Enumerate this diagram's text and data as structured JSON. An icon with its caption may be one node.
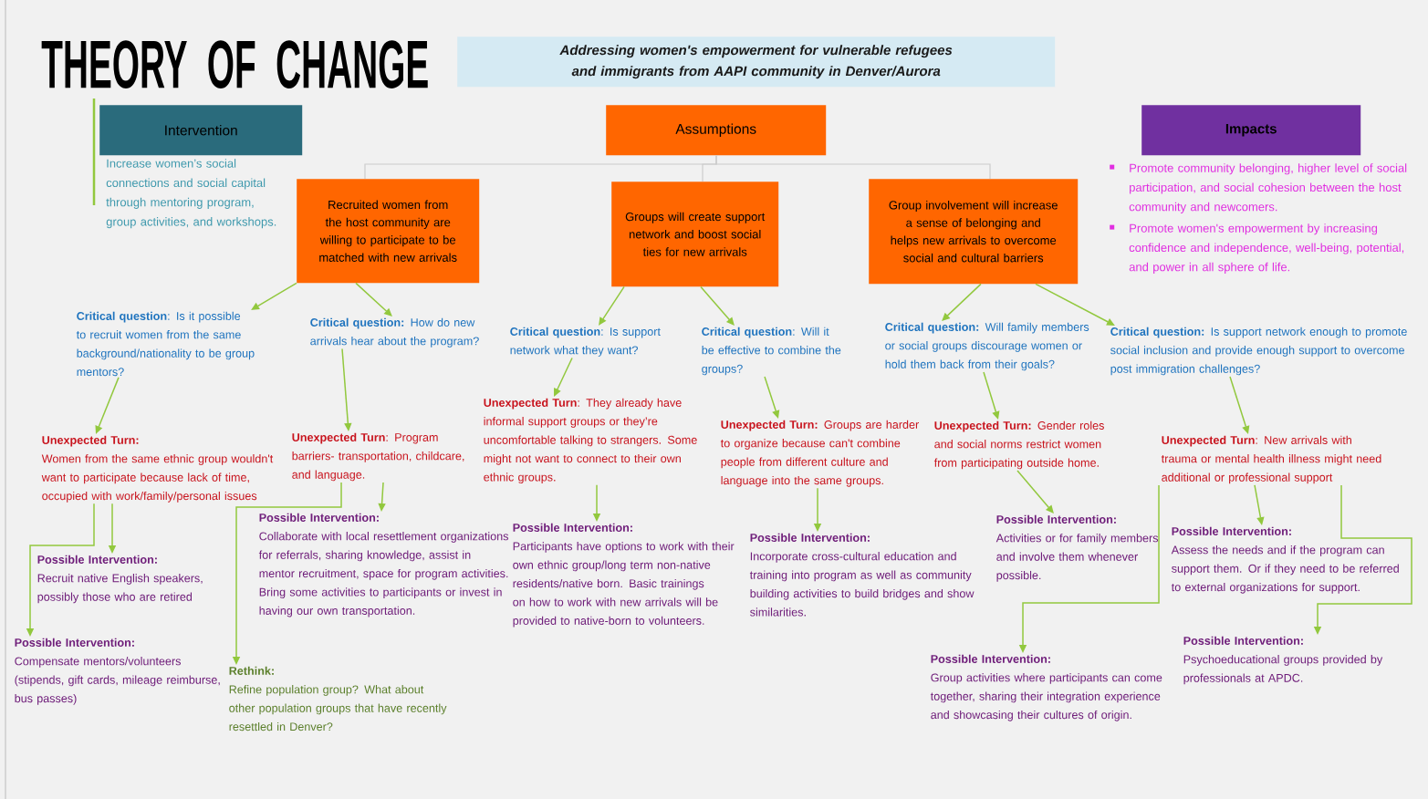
{
  "diagram": {
    "title": "THEORY OF CHANGE",
    "nodes": [
      {
        "text": [
          "Addressing women's empowerment for vulnerable refugees and immigrants from AAPI community in Denver/Aurora"
        ]
      },
      {
        "text": [
          "Intervention"
        ],
        "beside": [
          "Increase women’s social connections and social capital through mentoring program, group activities, and workshops."
        ]
      },
      {
        "text": [
          "Assumptions"
        ]
      },
      {
        "text": [
          "Impacts"
        ],
        "beside": [
          "Promote community belonging, higher level of social participation, and social cohesion between the host community and newcomers.",
          "Promote women's empowerment by increasing confidence and independence, well-being, potential, and power in all sphere of life."
        ]
      },
      {
        "text": [
          "Recruited women from the host community are willing to participate to be matched with new arrivals"
        ]
      },
      {
        "text": [
          "Groups will create support network and boost social ties for new arrivals"
        ]
      },
      {
        "text": [
          "Group involvement will increase a sense of belonging and helps new arrivals to overcome social and cultural barriers"
        ]
      },
      {
        "text": [
          "**Critical question**: Is it possible to recruit women from the same background/nationality to be group mentors?"
        ]
      },
      {
        "text": [
          "**Critical question:** How do new arrivals hear about the program?"
        ]
      },
      {
        "text": [
          "**Critical question**: Is support network what they want?"
        ]
      },
      {
        "text": [
          "**Critical question**: Will it be effective to combine the groups?"
        ]
      },
      {
        "text": [
          "**Critical question:** Will family members or social groups discourage women or hold them back from their goals?"
        ]
      },
      {
        "text": [
          "**Critical question:** Is support network enough to promote social inclusion and provide enough support to overcome post immigration challenges?"
        ]
      },
      {
        "text": [
          "Unexpected Turn:",
          "Women from the same ethnic group wouldn't want to participate because lack of time, occupied with work/family/personal issues"
        ]
      },
      {
        "text": [
          "**Unexpected Turn**: Program barriers- transportation, childcare, and language."
        ]
      },
      {
        "text": [
          "**Unexpected Turn**: They already have informal support groups or they’re uncomfortable talking to strangers. Some might not want to connect to their own ethnic groups."
        ]
      },
      {
        "text": [
          "**Unexpected Turn:** Groups are harder to organize because can't combine people from different culture and language into the same groups."
        ]
      },
      {
        "text": [
          "**Unexpected Turn:** Gender roles and social norms restrict women from participating outside home."
        ]
      },
      {
        "text": [
          "**Unexpected Turn**: New arrivals with trauma or mental health illness might need additional or professional support"
        ]
      },
      {
        "text": [
          "Possible Intervention:",
          "Recruit native English speakers, possibly those who are retired"
        ]
      },
      {
        "text": [
          "Possible Intervention:",
          "Compensate mentors/volunteers (stipends, gift cards, mileage reimburse, bus passes)"
        ]
      },
      {
        "text": [
          "Possible Intervention:",
          "Collaborate with local resettlement organizations for referrals, sharing knowledge, assist in mentor recruitment, space for program activities. Bring some activities to participants or invest in having our own transportation."
        ]
      },
      {
        "text": [
          "Rethink:",
          "Refine population group? What about other population groups that have recently resettled in Denver?"
        ]
      },
      {
        "text": [
          "Possible Intervention:",
          "Participants have options to work with their own ethnic group/long term non-native residents/native born. Basic trainings on how to work with new arrivals will be provided to native-born to volunteers."
        ]
      },
      {
        "text": [
          "Possible Intervention:",
          "Incorporate cross-cultural education and training into program as well as community building activities to build bridges and show similarities."
        ]
      },
      {
        "text": [
          "Possible Intervention:",
          "Activities or for family members and involve them whenever possible."
        ]
      },
      {
        "text": [
          "Possible Intervention:",
          "Group activities where participants can come together, sharing their integration experience and showcasing their cultures of origin."
        ]
      },
      {
        "text": [
          "Possible Intervention:",
          "Assess the needs and if the program can support them. Or if they need to be referred to external organizations for support."
        ]
      },
      {
        "text": [
          "Possible Intervention:",
          "Psychoeducational groups provided by professionals at APDC."
        ]
      }
    ],
    "edges": [
      {
        "from": 2,
        "to": 4,
        "arrow": "none",
        "color": "#cccccc"
      },
      {
        "from": 2,
        "to": 5,
        "arrow": "none",
        "color": "#cccccc"
      },
      {
        "from": 2,
        "to": 6,
        "arrow": "none",
        "color": "#cccccc"
      },
      {
        "from": 4,
        "to": 7,
        "arrow": "to"
      },
      {
        "from": 4,
        "to": 8,
        "arrow": "to"
      },
      {
        "from": 5,
        "to": 9,
        "arrow": "to"
      },
      {
        "from": 5,
        "to": 10,
        "arrow": "to"
      },
      {
        "from": 6,
        "to": 11,
        "arrow": "to"
      },
      {
        "from": 6,
        "to": 12,
        "arrow": "to"
      },
      {
        "from": 7,
        "to": 13,
        "arrow": "to"
      },
      {
        "from": 8,
        "to": 14,
        "arrow": "to"
      },
      {
        "from": 9,
        "to": 15,
        "arrow": "to"
      },
      {
        "from": 10,
        "to": 16,
        "arrow": "to"
      },
      {
        "from": 11,
        "to": 17,
        "arrow": "to"
      },
      {
        "from": 12,
        "to": 18,
        "arrow": "to"
      },
      {
        "from": 13,
        "to": 19,
        "arrow": "to"
      },
      {
        "from": 13,
        "to": 20,
        "arrow": "to"
      },
      {
        "from": 14,
        "to": 21,
        "arrow": "to"
      },
      {
        "from": 14,
        "to": 22,
        "arrow": "to"
      },
      {
        "from": 15,
        "to": 23,
        "arrow": "to"
      },
      {
        "from": 16,
        "to": 24,
        "arrow": "to"
      },
      {
        "from": 17,
        "to": 25,
        "arrow": "to"
      },
      {
        "from": 18,
        "to": 26,
        "arrow": "to"
      },
      {
        "from": 18,
        "to": 27,
        "arrow": "to"
      },
      {
        "from": 18,
        "to": 28,
        "arrow": "to"
      }
    ]
  }
}
